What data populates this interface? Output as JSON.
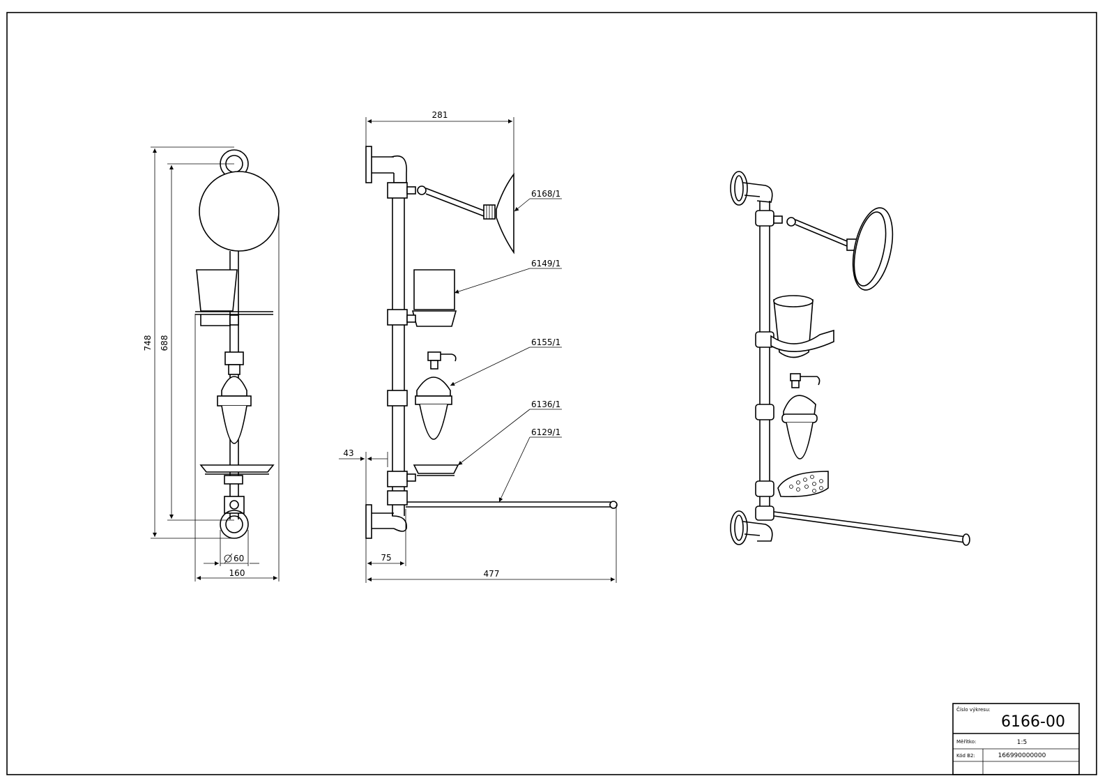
{
  "dimensions": {
    "overall_height": "748",
    "center_height": "688",
    "diameter": "60",
    "width_front": "160",
    "mirror_reach": "281",
    "wall_offset": "43",
    "rail_offset": "75",
    "total_depth": "477"
  },
  "dimension_symbols": {
    "diameter": "diameter-symbol"
  },
  "part_callouts": [
    "6168/1",
    "6149/1",
    "6155/1",
    "6136/1",
    "6129/1"
  ],
  "title_block": {
    "drawing_number_label": "Číslo výkresu:",
    "drawing_number": "6166-00",
    "scale_label": "Měřítko:",
    "scale": "1:5",
    "code_label": "Kód B2:",
    "code": "166990000000"
  }
}
